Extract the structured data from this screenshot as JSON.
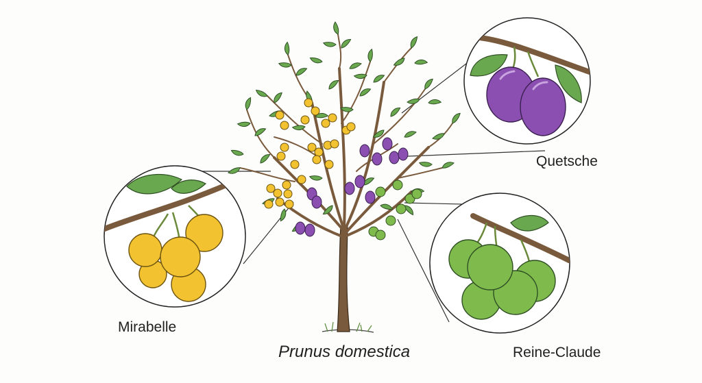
{
  "labels": {
    "mirabelle": "Mirabelle",
    "quetsche": "Quetsche",
    "reine_claude": "Reine-Claude",
    "species": "Prunus domestica"
  },
  "colors": {
    "background": "#fdfdfb",
    "trunk": "#7a5a3c",
    "leaf": "#6aa84f",
    "leaf_outline": "#2f4f24",
    "mirabelle_fruit": "#f2c230",
    "quetsche_fruit": "#8a4fb0",
    "reine_claude_fruit": "#7fba4c",
    "outline": "#333333"
  },
  "icons": [
    "plum-tree-icon",
    "mirabelle-cluster-icon",
    "quetsche-cluster-icon",
    "reine-claude-cluster-icon"
  ]
}
